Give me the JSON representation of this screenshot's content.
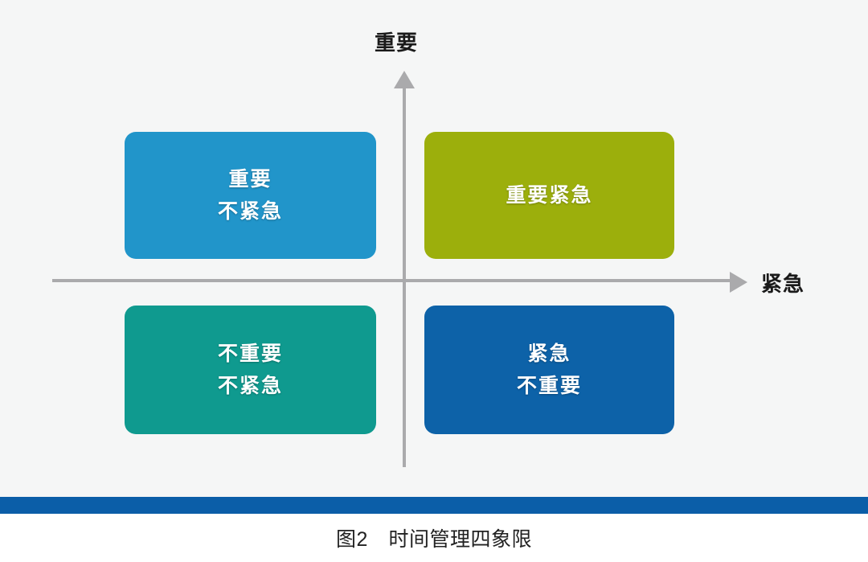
{
  "figure": {
    "background_color": "#f5f6f6",
    "caption": "图2　时间管理四象限",
    "axes": {
      "vertical_label": "重要",
      "horizontal_label": "紧急",
      "axis_color": "#aaaaac",
      "vertical_arrow": "arrow-up-icon",
      "horizontal_arrow": "arrow-right-icon"
    },
    "quadrants": [
      {
        "id": "important-not-urgent",
        "position": "top-left",
        "color": "#2195ca",
        "lines": [
          "重要",
          "不紧急"
        ]
      },
      {
        "id": "important-urgent",
        "position": "top-right",
        "color": "#9caf0c",
        "lines": [
          "重要紧急"
        ]
      },
      {
        "id": "not-important-not-urgent",
        "position": "bottom-left",
        "color": "#0f9a8f",
        "lines": [
          "不重要",
          "不紧急"
        ]
      },
      {
        "id": "urgent-not-important",
        "position": "bottom-right",
        "color": "#0d62a8",
        "lines": [
          "紧急",
          "不重要"
        ]
      }
    ],
    "divider_bar_color": "#0b5ea8"
  },
  "chart_data": {
    "type": "diagram",
    "title": "图2　时间管理四象限",
    "xlabel": "紧急",
    "ylabel": "重要",
    "categories": [
      "重要不紧急",
      "重要紧急",
      "不重要不紧急",
      "紧急不重要"
    ],
    "quadrant_map": {
      "top-left": "重要 / 不紧急",
      "top-right": "重要紧急",
      "bottom-left": "不重要 / 不紧急",
      "bottom-right": "紧急 / 不重要"
    },
    "legend": [],
    "grid": false
  }
}
